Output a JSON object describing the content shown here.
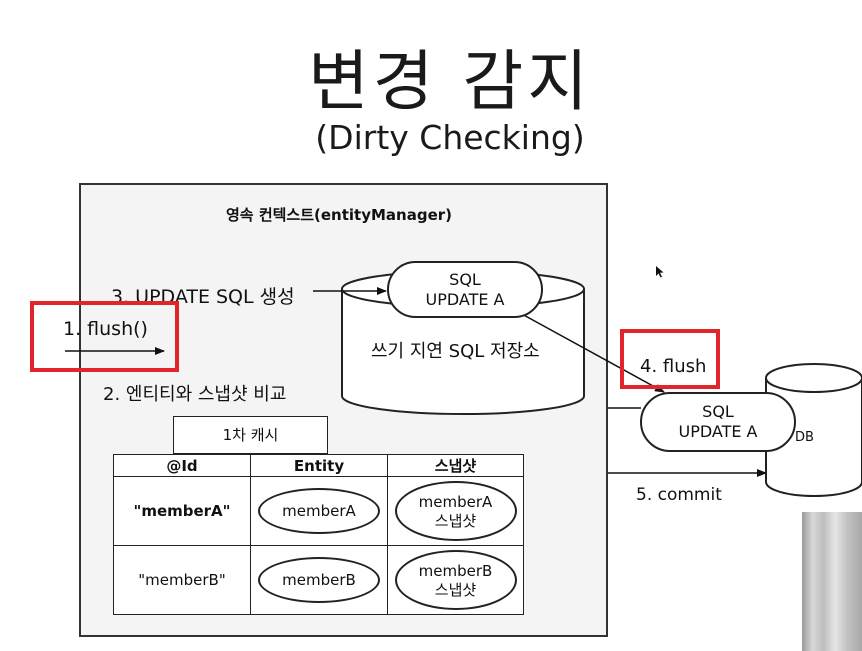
{
  "slide": {
    "title": "변경 감지",
    "subtitle": "(Dirty Checking)"
  },
  "persistence_context": {
    "label": "영속 컨텍스트(entityManager)"
  },
  "steps": {
    "step1": "1. flush()",
    "step2": "2. 엔티티와 스냅샷 비교",
    "step3": "3. UPDATE SQL 생성",
    "step4": "4. flush",
    "step5": "5. commit"
  },
  "sql_store": {
    "label": "쓰기 지연 SQL 저장소",
    "pill_line1": "SQL",
    "pill_line2": "UPDATE A"
  },
  "db": {
    "label": "DB",
    "pill_line1": "SQL",
    "pill_line2": "UPDATE A"
  },
  "cache": {
    "tab_label": "1차 캐시",
    "columns": [
      "@Id",
      "Entity",
      "스냅샷"
    ],
    "rows": [
      {
        "id": "\"memberA\"",
        "entity": "memberA",
        "snapshot_line1": "memberA",
        "snapshot_line2": "스냅샷"
      },
      {
        "id": "\"memberB\"",
        "entity": "memberB",
        "snapshot_line1": "memberB",
        "snapshot_line2": "스냅샷"
      }
    ]
  },
  "colors": {
    "highlight": "#e0252b",
    "box_fill": "#f4f4f4",
    "stroke": "#222222"
  }
}
